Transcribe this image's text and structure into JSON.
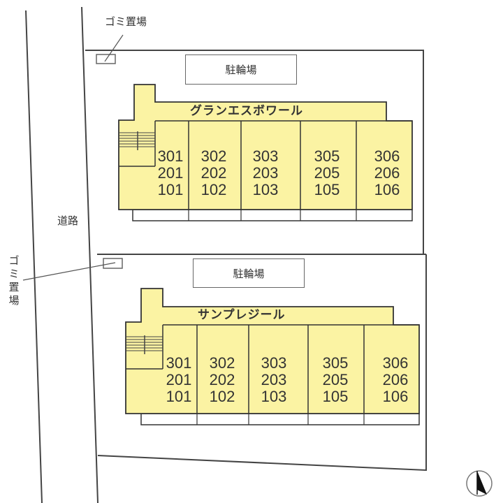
{
  "road": {
    "label": "道路"
  },
  "garbage_top": {
    "label": "ゴミ置場"
  },
  "garbage_left": {
    "label": "ゴミ置場",
    "chars": [
      "ゴ",
      "ミ",
      "置",
      "場"
    ]
  },
  "colors": {
    "building_fill": "#fbf3a3",
    "line": "#444444"
  },
  "buildings": [
    {
      "name": "グランエスボワール",
      "bike_parking": "駐輪場",
      "units": [
        {
          "floor3": "301",
          "floor2": "201",
          "floor1": "101"
        },
        {
          "floor3": "302",
          "floor2": "202",
          "floor1": "102"
        },
        {
          "floor3": "303",
          "floor2": "203",
          "floor1": "103"
        },
        {
          "floor3": "305",
          "floor2": "205",
          "floor1": "105"
        },
        {
          "floor3": "306",
          "floor2": "206",
          "floor1": "106"
        }
      ]
    },
    {
      "name": "サンプレジール",
      "bike_parking": "駐輪場",
      "units": [
        {
          "floor3": "301",
          "floor2": "201",
          "floor1": "101"
        },
        {
          "floor3": "302",
          "floor2": "202",
          "floor1": "102"
        },
        {
          "floor3": "303",
          "floor2": "203",
          "floor1": "103"
        },
        {
          "floor3": "305",
          "floor2": "205",
          "floor1": "105"
        },
        {
          "floor3": "306",
          "floor2": "206",
          "floor1": "106"
        }
      ]
    }
  ],
  "north_arrow": {
    "icon": "north-arrow-icon"
  }
}
